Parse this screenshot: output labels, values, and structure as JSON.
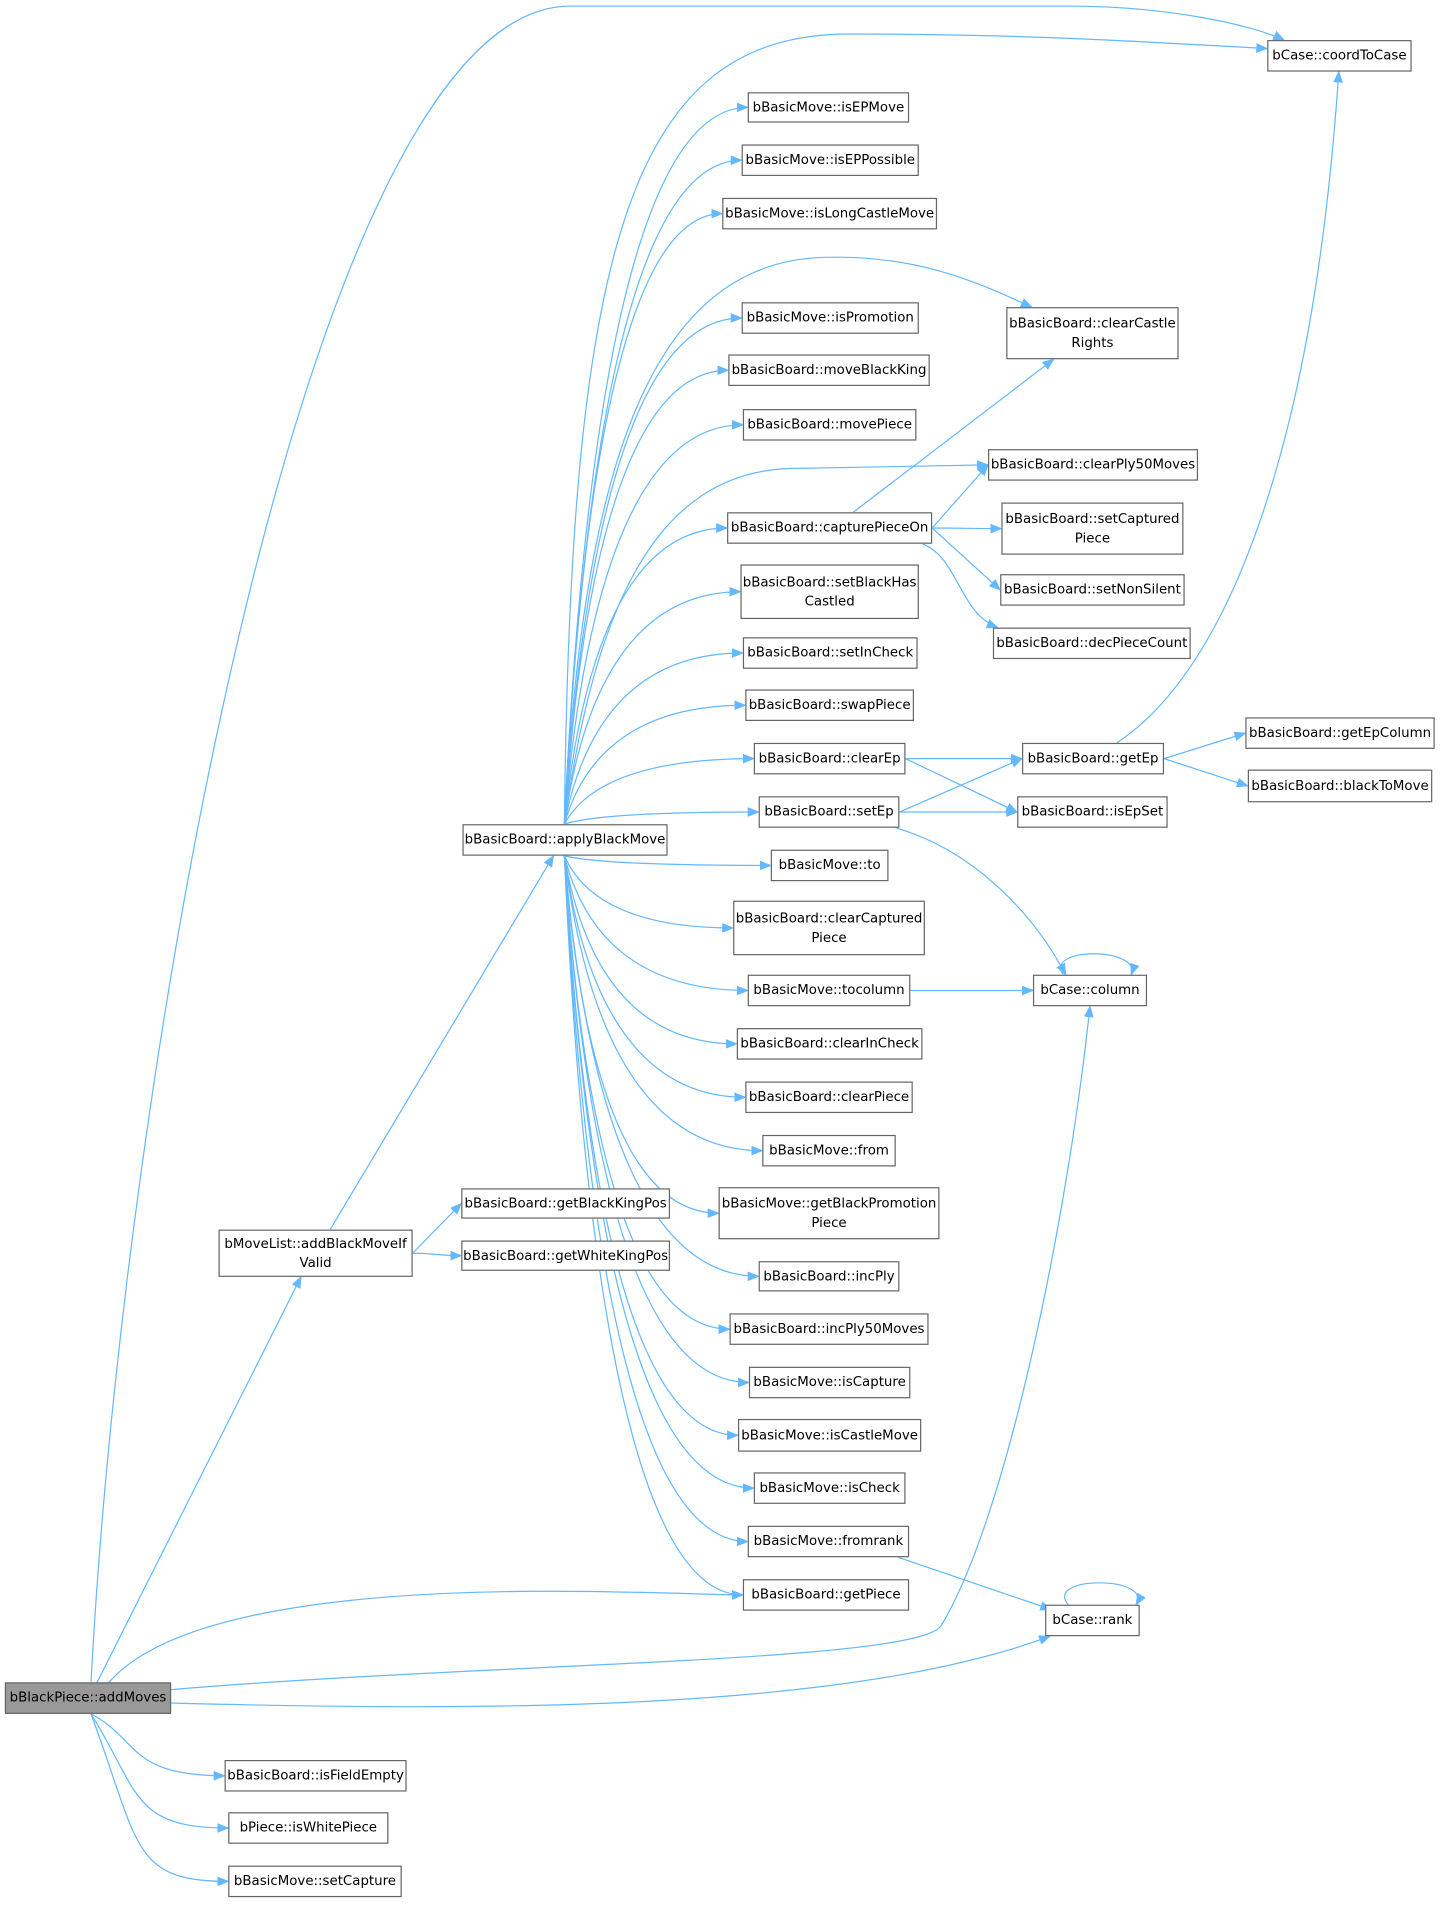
{
  "colors": {
    "edge": "#63b8ff",
    "node_border": "#666666",
    "root_fill": "#999999",
    "node_fill": "#ffffff"
  },
  "nodes": [
    {
      "id": "addMoves",
      "lines": [
        "bBlackPiece::addMoves"
      ],
      "root": true
    },
    {
      "id": "addBlackMoveIfValid",
      "lines": [
        "bMoveList::addBlackMoveIf",
        "Valid"
      ]
    },
    {
      "id": "getBlackKingPos",
      "lines": [
        "bBasicBoard::getBlackKingPos"
      ]
    },
    {
      "id": "getWhiteKingPos",
      "lines": [
        "bBasicBoard::getWhiteKingPos"
      ]
    },
    {
      "id": "isFieldEmpty",
      "lines": [
        "bBasicBoard::isFieldEmpty"
      ]
    },
    {
      "id": "isWhitePiece",
      "lines": [
        "bPiece::isWhitePiece"
      ]
    },
    {
      "id": "setCapture",
      "lines": [
        "bBasicMove::setCapture"
      ]
    },
    {
      "id": "applyBlackMove",
      "lines": [
        "bBasicBoard::applyBlackMove"
      ]
    },
    {
      "id": "coordToCase",
      "lines": [
        "bCase::coordToCase"
      ]
    },
    {
      "id": "isEPMove",
      "lines": [
        "bBasicMove::isEPMove"
      ]
    },
    {
      "id": "isEPPossible",
      "lines": [
        "bBasicMove::isEPPossible"
      ]
    },
    {
      "id": "isLongCastleMove",
      "lines": [
        "bBasicMove::isLongCastleMove"
      ]
    },
    {
      "id": "isPromotion",
      "lines": [
        "bBasicMove::isPromotion"
      ]
    },
    {
      "id": "moveBlackKing",
      "lines": [
        "bBasicBoard::moveBlackKing"
      ]
    },
    {
      "id": "movePiece",
      "lines": [
        "bBasicBoard::movePiece"
      ]
    },
    {
      "id": "capturePieceOn",
      "lines": [
        "bBasicBoard::capturePieceOn"
      ]
    },
    {
      "id": "setBlackHasCastled",
      "lines": [
        "bBasicBoard::setBlackHas",
        "Castled"
      ]
    },
    {
      "id": "setInCheck",
      "lines": [
        "bBasicBoard::setInCheck"
      ]
    },
    {
      "id": "swapPiece",
      "lines": [
        "bBasicBoard::swapPiece"
      ]
    },
    {
      "id": "clearEp",
      "lines": [
        "bBasicBoard::clearEp"
      ]
    },
    {
      "id": "setEp",
      "lines": [
        "bBasicBoard::setEp"
      ]
    },
    {
      "id": "to",
      "lines": [
        "bBasicMove::to"
      ]
    },
    {
      "id": "clearCapturedPiece",
      "lines": [
        "bBasicBoard::clearCaptured",
        "Piece"
      ]
    },
    {
      "id": "tocolumn",
      "lines": [
        "bBasicMove::tocolumn"
      ]
    },
    {
      "id": "clearInCheck",
      "lines": [
        "bBasicBoard::clearInCheck"
      ]
    },
    {
      "id": "clearPiece",
      "lines": [
        "bBasicBoard::clearPiece"
      ]
    },
    {
      "id": "from",
      "lines": [
        "bBasicMove::from"
      ]
    },
    {
      "id": "getBlackPromotionPiece",
      "lines": [
        "bBasicMove::getBlackPromotion",
        "Piece"
      ]
    },
    {
      "id": "incPly",
      "lines": [
        "bBasicBoard::incPly"
      ]
    },
    {
      "id": "incPly50Moves",
      "lines": [
        "bBasicBoard::incPly50Moves"
      ]
    },
    {
      "id": "isCapture",
      "lines": [
        "bBasicMove::isCapture"
      ]
    },
    {
      "id": "isCastleMove",
      "lines": [
        "bBasicMove::isCastleMove"
      ]
    },
    {
      "id": "isCheck",
      "lines": [
        "bBasicMove::isCheck"
      ]
    },
    {
      "id": "fromrank",
      "lines": [
        "bBasicMove::fromrank"
      ]
    },
    {
      "id": "getPiece",
      "lines": [
        "bBasicBoard::getPiece"
      ]
    },
    {
      "id": "clearCastleRights",
      "lines": [
        "bBasicBoard::clearCastle",
        "Rights"
      ]
    },
    {
      "id": "clearPly50Moves",
      "lines": [
        "bBasicBoard::clearPly50Moves"
      ]
    },
    {
      "id": "setCapturedPiece",
      "lines": [
        "bBasicBoard::setCaptured",
        "Piece"
      ]
    },
    {
      "id": "setNonSilent",
      "lines": [
        "bBasicBoard::setNonSilent"
      ]
    },
    {
      "id": "decPieceCount",
      "lines": [
        "bBasicBoard::decPieceCount"
      ]
    },
    {
      "id": "getEp",
      "lines": [
        "bBasicBoard::getEp"
      ]
    },
    {
      "id": "isEpSet",
      "lines": [
        "bBasicBoard::isEpSet"
      ]
    },
    {
      "id": "getEpColumn",
      "lines": [
        "bBasicBoard::getEpColumn"
      ]
    },
    {
      "id": "blackToMove",
      "lines": [
        "bBasicBoard::blackToMove"
      ]
    },
    {
      "id": "column",
      "lines": [
        "bCase::column"
      ]
    },
    {
      "id": "rank",
      "lines": [
        "bCase::rank"
      ]
    }
  ],
  "edges": [
    [
      "addMoves",
      "addBlackMoveIfValid"
    ],
    [
      "addMoves",
      "coordToCase"
    ],
    [
      "addMoves",
      "getPiece"
    ],
    [
      "addMoves",
      "column"
    ],
    [
      "addMoves",
      "rank"
    ],
    [
      "addMoves",
      "isFieldEmpty"
    ],
    [
      "addMoves",
      "isWhitePiece"
    ],
    [
      "addMoves",
      "setCapture"
    ],
    [
      "addBlackMoveIfValid",
      "applyBlackMove"
    ],
    [
      "addBlackMoveIfValid",
      "getBlackKingPos"
    ],
    [
      "addBlackMoveIfValid",
      "getWhiteKingPos"
    ],
    [
      "applyBlackMove",
      "coordToCase"
    ],
    [
      "applyBlackMove",
      "isEPMove"
    ],
    [
      "applyBlackMove",
      "isEPPossible"
    ],
    [
      "applyBlackMove",
      "isLongCastleMove"
    ],
    [
      "applyBlackMove",
      "clearCastleRights"
    ],
    [
      "applyBlackMove",
      "isPromotion"
    ],
    [
      "applyBlackMove",
      "moveBlackKing"
    ],
    [
      "applyBlackMove",
      "movePiece"
    ],
    [
      "applyBlackMove",
      "clearPly50Moves"
    ],
    [
      "applyBlackMove",
      "capturePieceOn"
    ],
    [
      "applyBlackMove",
      "setBlackHasCastled"
    ],
    [
      "applyBlackMove",
      "setInCheck"
    ],
    [
      "applyBlackMove",
      "swapPiece"
    ],
    [
      "applyBlackMove",
      "clearEp"
    ],
    [
      "applyBlackMove",
      "setEp"
    ],
    [
      "applyBlackMove",
      "to"
    ],
    [
      "applyBlackMove",
      "clearCapturedPiece"
    ],
    [
      "applyBlackMove",
      "tocolumn"
    ],
    [
      "applyBlackMove",
      "clearInCheck"
    ],
    [
      "applyBlackMove",
      "clearPiece"
    ],
    [
      "applyBlackMove",
      "from"
    ],
    [
      "applyBlackMove",
      "getBlackPromotionPiece"
    ],
    [
      "applyBlackMove",
      "incPly"
    ],
    [
      "applyBlackMove",
      "incPly50Moves"
    ],
    [
      "applyBlackMove",
      "isCapture"
    ],
    [
      "applyBlackMove",
      "isCastleMove"
    ],
    [
      "applyBlackMove",
      "isCheck"
    ],
    [
      "applyBlackMove",
      "fromrank"
    ],
    [
      "applyBlackMove",
      "getPiece"
    ],
    [
      "capturePieceOn",
      "clearCastleRights"
    ],
    [
      "capturePieceOn",
      "clearPly50Moves"
    ],
    [
      "capturePieceOn",
      "setCapturedPiece"
    ],
    [
      "capturePieceOn",
      "setNonSilent"
    ],
    [
      "capturePieceOn",
      "decPieceCount"
    ],
    [
      "clearEp",
      "getEp"
    ],
    [
      "clearEp",
      "isEpSet"
    ],
    [
      "setEp",
      "getEp"
    ],
    [
      "setEp",
      "isEpSet"
    ],
    [
      "setEp",
      "column"
    ],
    [
      "getEp",
      "getEpColumn"
    ],
    [
      "getEp",
      "blackToMove"
    ],
    [
      "getEp",
      "coordToCase"
    ],
    [
      "tocolumn",
      "column"
    ],
    [
      "fromrank",
      "rank"
    ],
    [
      "column",
      "column"
    ],
    [
      "rank",
      "rank"
    ]
  ]
}
